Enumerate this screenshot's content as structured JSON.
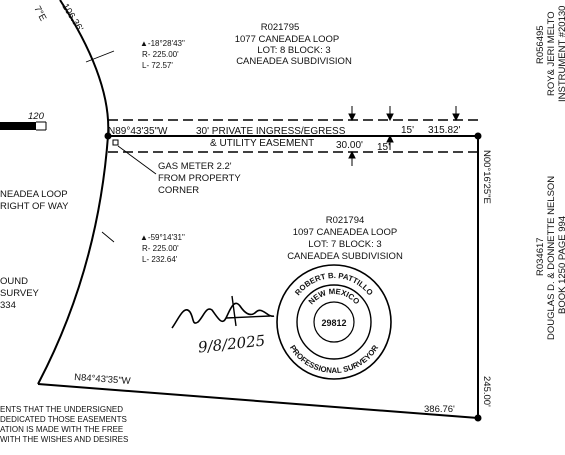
{
  "parcels": {
    "north": {
      "id": "R021795",
      "address": "1077 CANEADEA LOOP",
      "lot_block": "LOT: 8 BLOCK: 3",
      "subdivision": "CANEADEA SUBDIVISION"
    },
    "subject": {
      "id": "R021794",
      "address": "1097 CANEADEA LOOP",
      "lot_block": "LOT: 7 BLOCK: 3",
      "subdivision": "CANEADEA SUBDIVISION"
    },
    "east_upper": {
      "id": "R056495",
      "owners": "ROY& JERI MELTO",
      "instrument": "INSTRUMENT #20130"
    },
    "east_lower": {
      "id": "R034617",
      "owners": "DOUGLAS D. & DONNETTE NELSON",
      "book": "BOOK 1250 PAGE 994"
    }
  },
  "curves": {
    "north": {
      "delta": "▲-18°28'43\"",
      "radius": "R- 225.00'",
      "length": "L- 72.57'"
    },
    "subject": {
      "delta": "▲-59°14'31\"",
      "radius": "R- 225.00'",
      "length": "L- 232.64'"
    }
  },
  "bearings": {
    "top_left_corner": "7°E",
    "top_left_distance": "106.36'",
    "north_line_bearing": "N89°43'35\"W",
    "north_line_distance": "315.82'",
    "east_line": "N00°16'25\"E",
    "east_line_distance": "245.00'",
    "south_line_bearing": "N84°43'35\"W",
    "south_line_distance": "386.76'"
  },
  "easement": {
    "line1": "30' PRIVATE INGRESS/EGRESS",
    "line2": "& UTILITY EASEMENT",
    "width_30": "30.00'",
    "offset_15_top": "15'",
    "offset_15_bottom": "15'"
  },
  "gas_meter": {
    "line1": "GAS METER 2.2'",
    "line2": "FROM PROPERTY",
    "line3": "CORNER"
  },
  "left_edge": {
    "scale_number": "120",
    "road_line1": "NEADEA LOOP",
    "road_line2": "RIGHT OF WAY",
    "bound_line1": "OUND",
    "bound_line2": "SURVEY",
    "bound_line3": "334"
  },
  "seal": {
    "name": "ROBERT B. PATTILLO",
    "state": "NEW MEXICO",
    "number": "29812",
    "title": "PROFESSIONAL SURVEYOR"
  },
  "signature": {
    "date": "9/8/2025"
  },
  "certificate": {
    "line1": "ENTS THAT THE UNDERSIGNED",
    "line2": "DEDICATED THOSE EASEMENTS",
    "line3": "ATION IS MADE WITH THE FREE",
    "line4": "WITH THE WISHES AND DESIRES"
  }
}
